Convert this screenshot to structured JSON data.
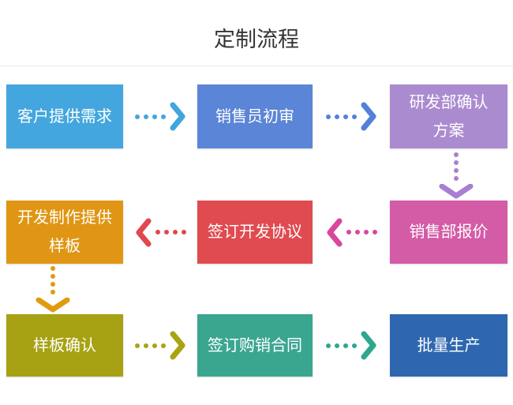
{
  "page": {
    "title": "定制流程"
  },
  "flow": {
    "nodes": [
      {
        "lines": [
          "客户提供需求"
        ],
        "color": "#43A6DE"
      },
      {
        "lines": [
          "销售员初审"
        ],
        "color": "#5B85D6"
      },
      {
        "lines": [
          "研发部确认",
          "方案"
        ],
        "color": "#AB8BD0"
      },
      {
        "lines": [
          "销售部报价"
        ],
        "color": "#D45BA6"
      },
      {
        "lines": [
          "签订开发协议"
        ],
        "color": "#E04B50"
      },
      {
        "lines": [
          "开发制作提供",
          "样板"
        ],
        "color": "#E09614"
      },
      {
        "lines": [
          "样板确认"
        ],
        "color": "#A7A214"
      },
      {
        "lines": [
          "签订购销合同"
        ],
        "color": "#3BA690"
      },
      {
        "lines": [
          "批量生产"
        ],
        "color": "#2E67AF"
      }
    ],
    "arrows": [
      {
        "direction": "right",
        "color": "#42A6DE"
      },
      {
        "direction": "right",
        "color": "#5480D8"
      },
      {
        "direction": "down",
        "color": "#A87FD2"
      },
      {
        "direction": "left",
        "color": "#D8479E"
      },
      {
        "direction": "left",
        "color": "#E0484E"
      },
      {
        "direction": "down",
        "color": "#E09B10"
      },
      {
        "direction": "right",
        "color": "#A8A310"
      },
      {
        "direction": "right",
        "color": "#2FA78E"
      }
    ]
  }
}
